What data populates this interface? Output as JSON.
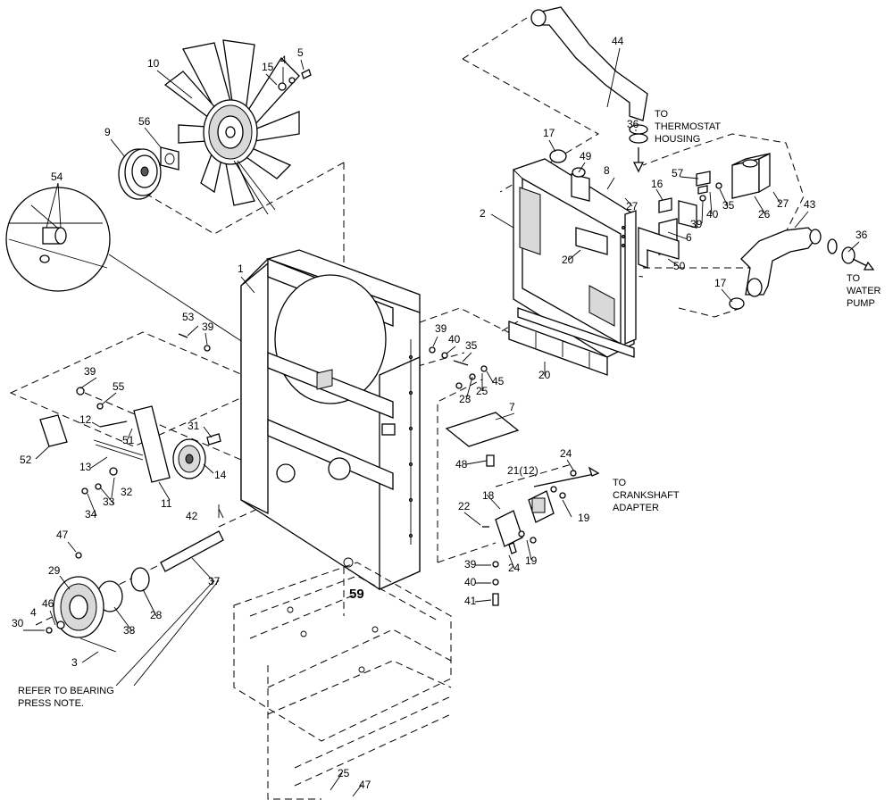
{
  "callouts": {
    "c1": "1",
    "c2": "2",
    "c3": "3",
    "c4a": "4",
    "c4b": "4",
    "c5": "5",
    "c6": "6",
    "c7": "7",
    "c8": "8",
    "c9": "9",
    "c10": "10",
    "c11": "11",
    "c12": "12",
    "c13": "13",
    "c14": "14",
    "c15": "15",
    "c16": "16",
    "c17a": "17",
    "c17b": "17",
    "c18": "18",
    "c19a": "19",
    "c19b": "19",
    "c20a": "20",
    "c20b": "20",
    "c21": "21(12)",
    "c22": "22",
    "c23": "23",
    "c24a": "24",
    "c24b": "24",
    "c25a": "25",
    "c25b": "25",
    "c26": "26",
    "c27a": "27",
    "c27b": "27",
    "c28": "28",
    "c29": "29",
    "c30": "30",
    "c31": "31",
    "c32": "32",
    "c33": "33",
    "c34": "34",
    "c35a": "35",
    "c35b": "35",
    "c36a": "36",
    "c36b": "36",
    "c37": "37",
    "c38": "38",
    "c39a": "39",
    "c39b": "39",
    "c39c": "39",
    "c39d": "39",
    "c39e": "39",
    "c40a": "40",
    "c40b": "40",
    "c40c": "40",
    "c41": "41",
    "c42": "42",
    "c43": "43",
    "c44": "44",
    "c45": "45",
    "c46": "46",
    "c47a": "47",
    "c47b": "47",
    "c48": "48",
    "c49": "49",
    "c50": "50",
    "c51": "51",
    "c52": "52",
    "c53": "53",
    "c54": "54",
    "c55": "55",
    "c56": "56",
    "c57": "57",
    "c59": "59"
  },
  "notes": {
    "thermostat_line1": "TO",
    "thermostat_line2": "THERMOSTAT",
    "thermostat_line3": "HOUSING",
    "water_line1": "TO",
    "water_line2": "WATER",
    "water_line3": "PUMP",
    "crank_line1": "TO",
    "crank_line2": "CRANKSHAFT",
    "crank_line3": "ADAPTER",
    "bearing_line1": "REFER TO BEARING",
    "bearing_line2": "PRESS NOTE."
  }
}
